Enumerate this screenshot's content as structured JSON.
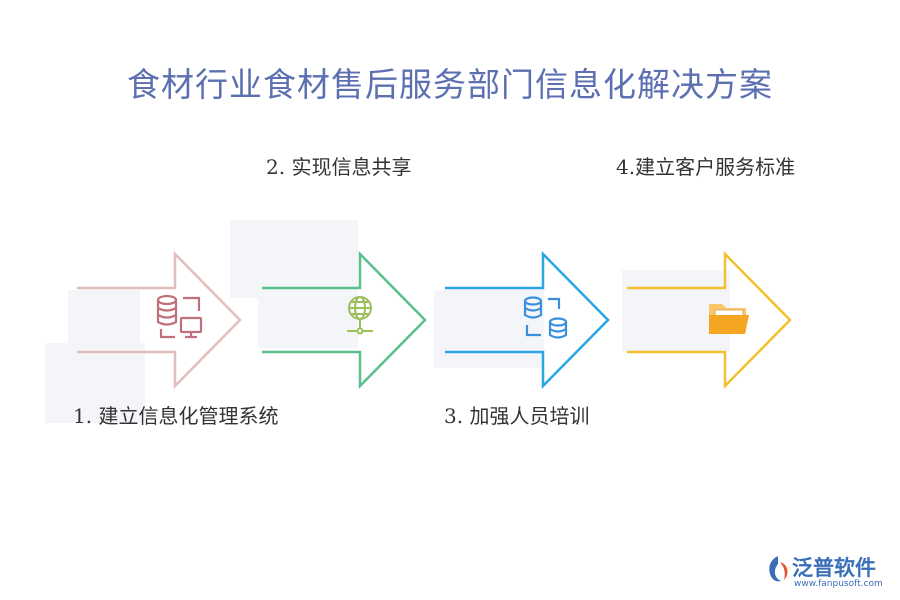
{
  "title": "食材行业食材售后服务部门信息化解决方案",
  "steps": [
    {
      "label": "1.  建立信息化管理系统",
      "color": "#e3bdbd",
      "icon": "database-monitor-icon",
      "icon_color": "#c0707a"
    },
    {
      "label": "2.    实现信息共享",
      "color": "#5bbf8c",
      "icon": "globe-network-icon",
      "icon_color": "#9bbf5a"
    },
    {
      "label": "3.  加强人员培训",
      "color": "#2aa6e6",
      "icon": "database-sync-icon",
      "icon_color": "#3a8ee0"
    },
    {
      "label": "4.建立客户服务标准",
      "color": "#f2c12e",
      "icon": "folder-icon",
      "icon_color": "#f4a623"
    }
  ],
  "logo": {
    "name": "泛普软件",
    "url": "www.fanpusoft.com",
    "icon": "fanpu-logo-icon"
  }
}
